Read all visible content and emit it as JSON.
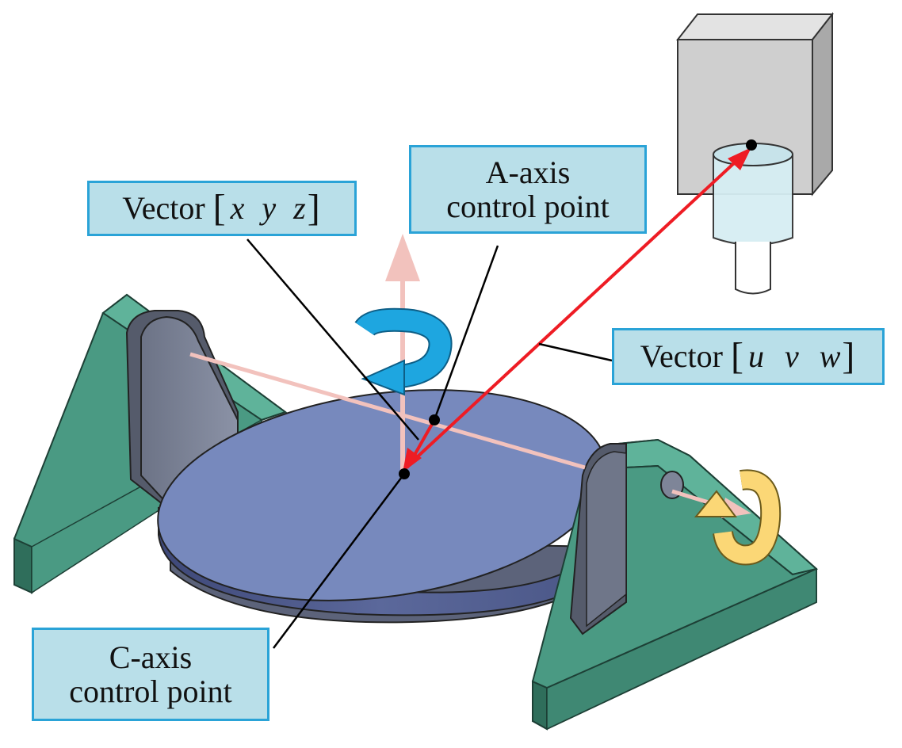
{
  "labels": {
    "vector_xyz": {
      "prefix": "Vector",
      "vars": [
        "x",
        "y",
        "z"
      ]
    },
    "a_axis": {
      "line1": "A-axis",
      "line2": "control point"
    },
    "vector_uvw": {
      "prefix": "Vector",
      "vars": [
        "u",
        "v",
        "w"
      ]
    },
    "c_axis": {
      "line1": "C-axis",
      "line2": "control point"
    }
  },
  "colors": {
    "frame_green": "#4a9a83",
    "frame_green_side": "#2f6e5b",
    "frame_green_top": "#5fb39a",
    "trunnion_gray": "#7e8598",
    "trunnion_dark": "#555b6b",
    "table_top": "#7789bd",
    "table_side": "#4f5b8c",
    "vector_red": "#ee1c24",
    "axis_pink": "#f2c2bd",
    "rotate_blue": "#1ea6e0",
    "rotate_yellow": "#fbd776",
    "label_fill": "#b9dfe9",
    "label_border": "#2aa3d7"
  },
  "icons": [
    "rotation-arrow-c-icon",
    "rotation-arrow-a-icon",
    "spindle-icon"
  ]
}
